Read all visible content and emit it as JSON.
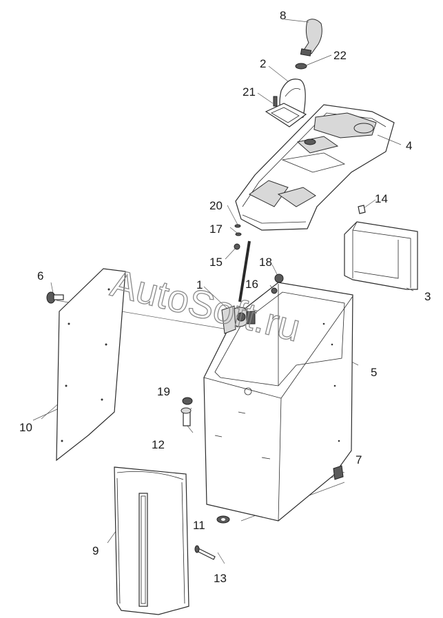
{
  "watermark": "AutoSoft.ru",
  "callouts": {
    "c1": "1",
    "c2": "2",
    "c3": "3",
    "c4": "4",
    "c5": "5",
    "c6": "6",
    "c7": "7",
    "c8": "8",
    "c9": "9",
    "c10": "10",
    "c11": "11",
    "c12": "12",
    "c13": "13",
    "c14": "14",
    "c15": "15",
    "c16": "16",
    "c17": "17",
    "c18": "18",
    "c19": "19",
    "c20": "20",
    "c21": "21",
    "c22": "22"
  }
}
